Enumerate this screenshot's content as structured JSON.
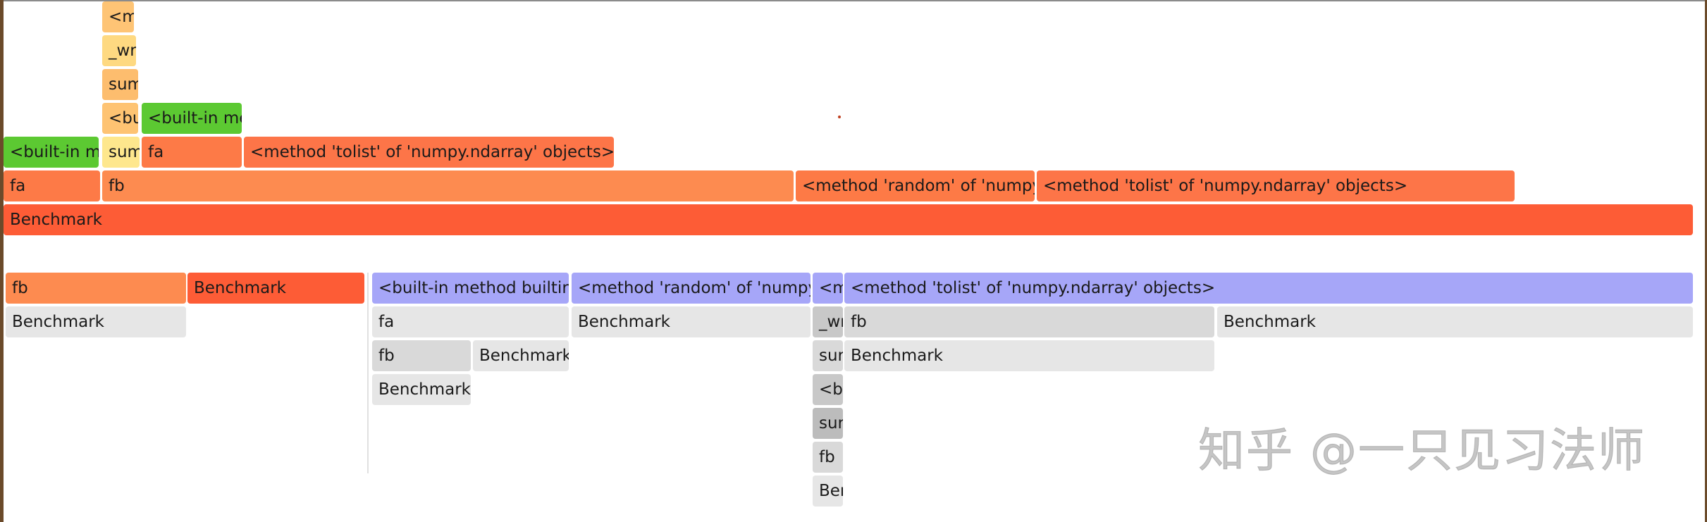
{
  "top_flame": {
    "rows": [
      [
        "Benchmark"
      ],
      [
        "fa",
        "fb",
        "<method 'random' of 'numpy",
        "<method 'tolist' of 'numpy.ndarray' objects>"
      ],
      [
        "<built-in m",
        "sum",
        "fa",
        "<method 'tolist' of 'numpy.ndarray' objects>"
      ],
      [
        "<bu",
        "<built-in me"
      ],
      [
        "sum"
      ],
      [
        "_wr"
      ],
      [
        "<m"
      ]
    ]
  },
  "bottom_panels": {
    "panel_a": {
      "header": [
        "fb",
        "Benchmark"
      ],
      "rows": [
        "Benchmark"
      ]
    },
    "panel_b": {
      "headers": [
        "<built-in method builtir",
        "<method 'random' of 'numpy",
        "<m",
        "<method 'tolist' of 'numpy.ndarray' objects>"
      ],
      "builtin_col": [
        "fa",
        "fb",
        "Benchmark",
        "Benchmark"
      ],
      "random_col": [
        "Benchmark"
      ],
      "narrow_col": [
        "_wr",
        "sur",
        "<b",
        "sur",
        "fb",
        "Ber"
      ],
      "tolist_col": [
        "fb",
        "Benchmark",
        "Benchmark"
      ]
    }
  },
  "watermark": "知乎 @一只见习法师",
  "colors": {
    "benchmark": "#fd5c36",
    "fb": "#fd8b50",
    "green": "#5cc932",
    "purple": "#a6a6f8",
    "gray": "#e6e6e6"
  }
}
